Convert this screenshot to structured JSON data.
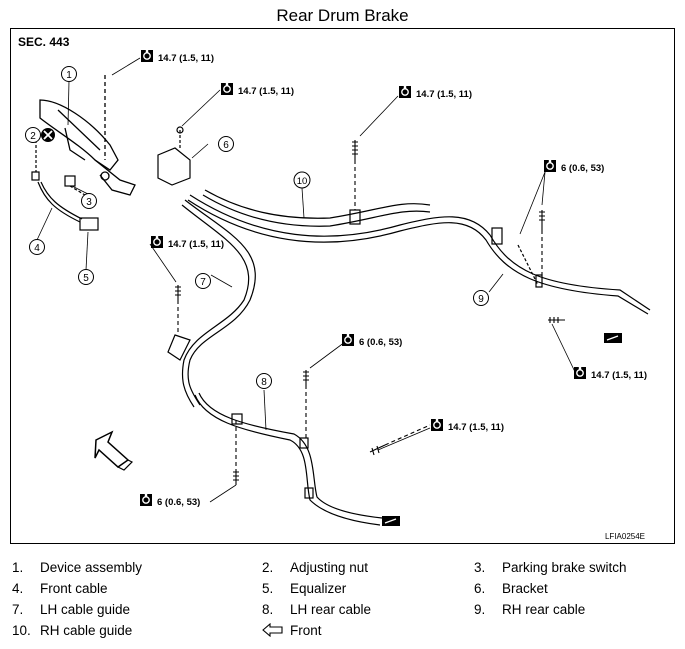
{
  "title": "Rear Drum Brake",
  "section": "SEC. 443",
  "figure_id": "LFIA0254E",
  "torque": {
    "t147": "14.7 (1.5, 11)",
    "t6": "6 (0.6, 53)"
  },
  "callouts": {
    "c1": "1",
    "c2": "2",
    "c3": "3",
    "c4": "4",
    "c5": "5",
    "c6": "6",
    "c7": "7",
    "c8": "8",
    "c9": "9",
    "c10": "10"
  },
  "legend": [
    {
      "num": "1.",
      "label": "Device assembly"
    },
    {
      "num": "2.",
      "label": "Adjusting nut"
    },
    {
      "num": "3.",
      "label": "Parking brake switch"
    },
    {
      "num": "4.",
      "label": "Front cable"
    },
    {
      "num": "5.",
      "label": "Equalizer"
    },
    {
      "num": "6.",
      "label": "Bracket"
    },
    {
      "num": "7.",
      "label": "LH cable guide"
    },
    {
      "num": "8.",
      "label": "LH rear cable"
    },
    {
      "num": "9.",
      "label": "RH rear cable"
    },
    {
      "num": "10.",
      "label": "RH cable guide"
    }
  ],
  "front_label": "Front"
}
